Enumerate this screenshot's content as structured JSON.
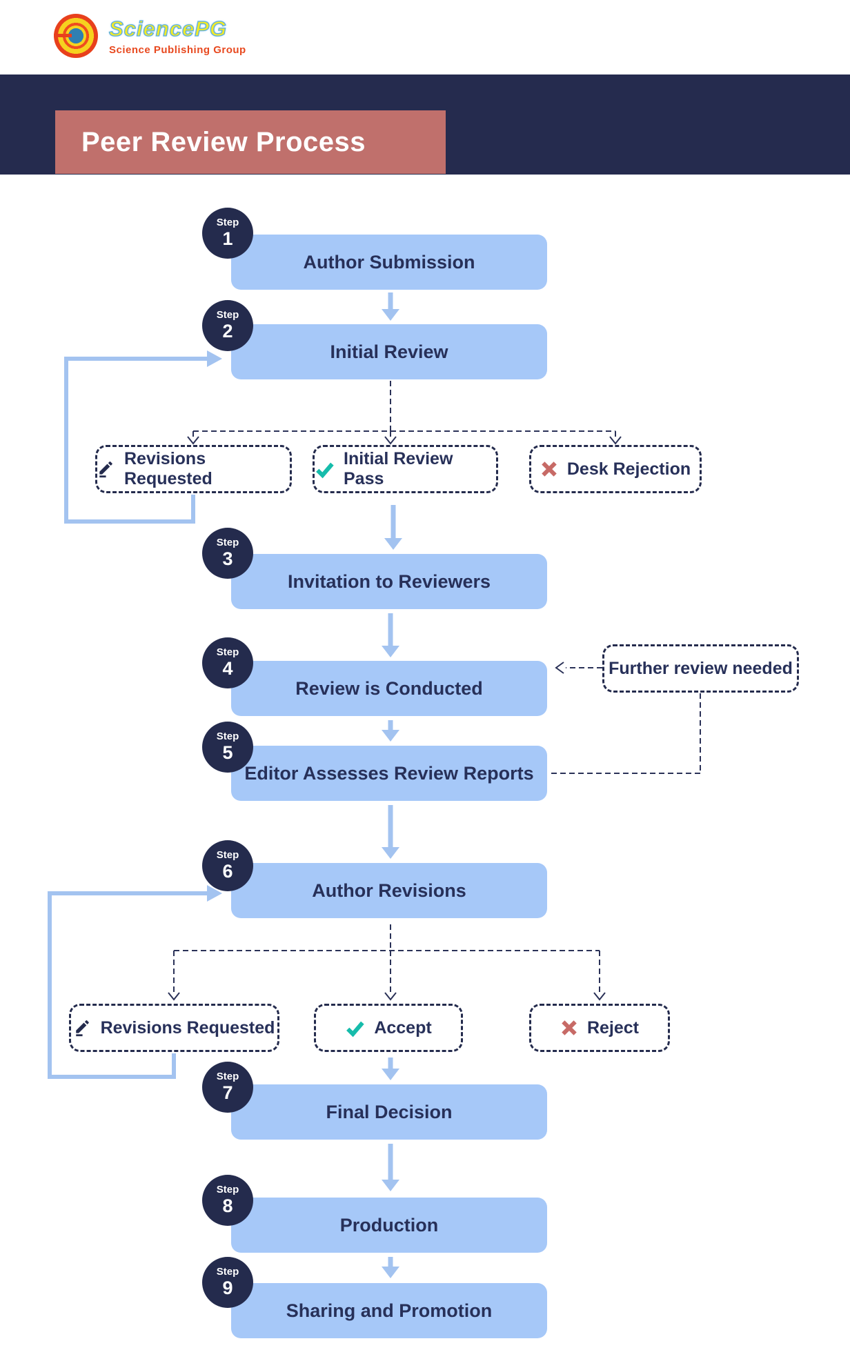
{
  "logo": {
    "brand": "SciencePG",
    "tagline": "Science Publishing Group"
  },
  "header": {
    "title": "Peer Review Process"
  },
  "steps": [
    {
      "step_label": "Step",
      "number": "1",
      "label": "Author Submission"
    },
    {
      "step_label": "Step",
      "number": "2",
      "label": "Initial Review"
    },
    {
      "step_label": "Step",
      "number": "3",
      "label": "Invitation to Reviewers"
    },
    {
      "step_label": "Step",
      "number": "4",
      "label": "Review is Conducted"
    },
    {
      "step_label": "Step",
      "number": "5",
      "label": "Editor Assesses Review Reports"
    },
    {
      "step_label": "Step",
      "number": "6",
      "label": "Author Revisions"
    },
    {
      "step_label": "Step",
      "number": "7",
      "label": "Final Decision"
    },
    {
      "step_label": "Step",
      "number": "8",
      "label": "Production"
    },
    {
      "step_label": "Step",
      "number": "9",
      "label": "Sharing and Promotion"
    }
  ],
  "initial_review_outcomes": [
    {
      "icon": "pencil-icon",
      "label": "Revisions Requested"
    },
    {
      "icon": "check-icon",
      "label": "Initial Review Pass"
    },
    {
      "icon": "x-icon",
      "label": "Desk Rejection"
    }
  ],
  "final_decision_outcomes": [
    {
      "icon": "pencil-icon",
      "label": "Revisions Requested"
    },
    {
      "icon": "check-icon",
      "label": "Accept"
    },
    {
      "icon": "x-icon",
      "label": "Reject"
    }
  ],
  "side_note": {
    "label": "Further review needed"
  },
  "colors": {
    "navy": "#252b4e",
    "banner_rose": "#c0706c",
    "box_blue": "#a6c8f8",
    "arrow_blue": "#a3c3f0",
    "text_navy": "#273059",
    "check_teal": "#16bcab",
    "reject_red": "#c76a66",
    "logo_red": "#e8401c",
    "logo_yellow": "#f6d21f",
    "logo_blue": "#2f7fb2"
  }
}
